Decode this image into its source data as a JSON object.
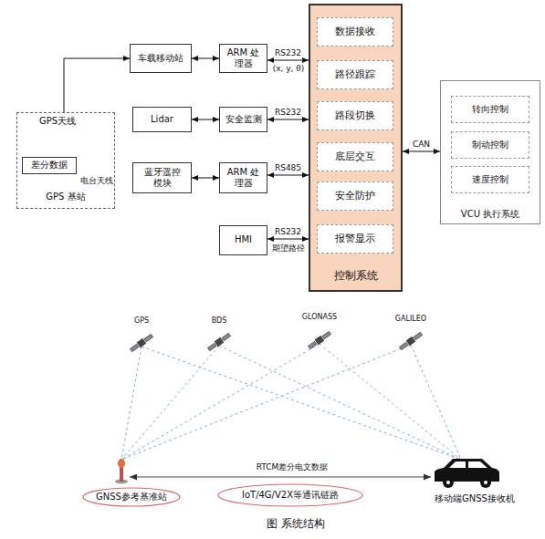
{
  "diagram": {
    "caption": "图 系统结构",
    "nodes": [
      {
        "text": [
          "GPS 基站"
        ]
      },
      {
        "text": [
          "差分数据"
        ],
        "in": 0
      },
      {
        "text": [
          "车载移动站"
        ]
      },
      {
        "text": [
          "ARM 处理器"
        ]
      },
      {
        "text": [
          "Lidar"
        ]
      },
      {
        "text": [
          "安全监测"
        ]
      },
      {
        "text": [
          "蓝牙遥控模块"
        ]
      },
      {
        "text": [
          "ARM 处理器"
        ]
      },
      {
        "text": [
          "HMI"
        ]
      },
      {
        "text": [
          "控制系统"
        ]
      },
      {
        "text": [
          "数据接收"
        ],
        "in": 9
      },
      {
        "text": [
          "路径跟踪"
        ],
        "in": 9
      },
      {
        "text": [
          "路段切换"
        ],
        "in": 9
      },
      {
        "text": [
          "底层交互"
        ],
        "in": 9
      },
      {
        "text": [
          "安全防护"
        ],
        "in": 9
      },
      {
        "text": [
          "报警显示"
        ],
        "in": 9
      },
      {
        "text": [
          "VCU 执行系统"
        ]
      },
      {
        "text": [
          "转向控制"
        ],
        "in": 16
      },
      {
        "text": [
          "制动控制"
        ],
        "in": 16
      },
      {
        "text": [
          "速度控制"
        ],
        "in": 16
      },
      {
        "text": [
          "GNSS参考基准站"
        ]
      },
      {
        "text": [
          "IoT/4G/V2X等通讯链路"
        ]
      }
    ],
    "edges": [
      {
        "from": 0,
        "to": 2,
        "arrow": "to"
      },
      {
        "from": 2,
        "to": 3,
        "arrow": "both"
      },
      {
        "from": 3,
        "to": 9,
        "label": "RS232",
        "arrow": "both"
      },
      {
        "from": 4,
        "to": 5,
        "arrow": "both"
      },
      {
        "from": 5,
        "to": 9,
        "label": "RS232",
        "arrow": "both"
      },
      {
        "from": 6,
        "to": 7,
        "arrow": "both"
      },
      {
        "from": 7,
        "to": 9,
        "label": "RS485",
        "arrow": "both"
      },
      {
        "from": 8,
        "to": 9,
        "label": "RS232",
        "arrow": "both"
      },
      {
        "from": 9,
        "to": 16,
        "label": "CAN",
        "arrow": "both"
      }
    ],
    "labels": [
      "GPS天线",
      "电台天线",
      "(x, y, θ)",
      "期望路径",
      "GPS",
      "BDS",
      "GLONASS",
      "GALILEO",
      "RTCM差分电文数据",
      "移动端GNSS接收机"
    ]
  }
}
